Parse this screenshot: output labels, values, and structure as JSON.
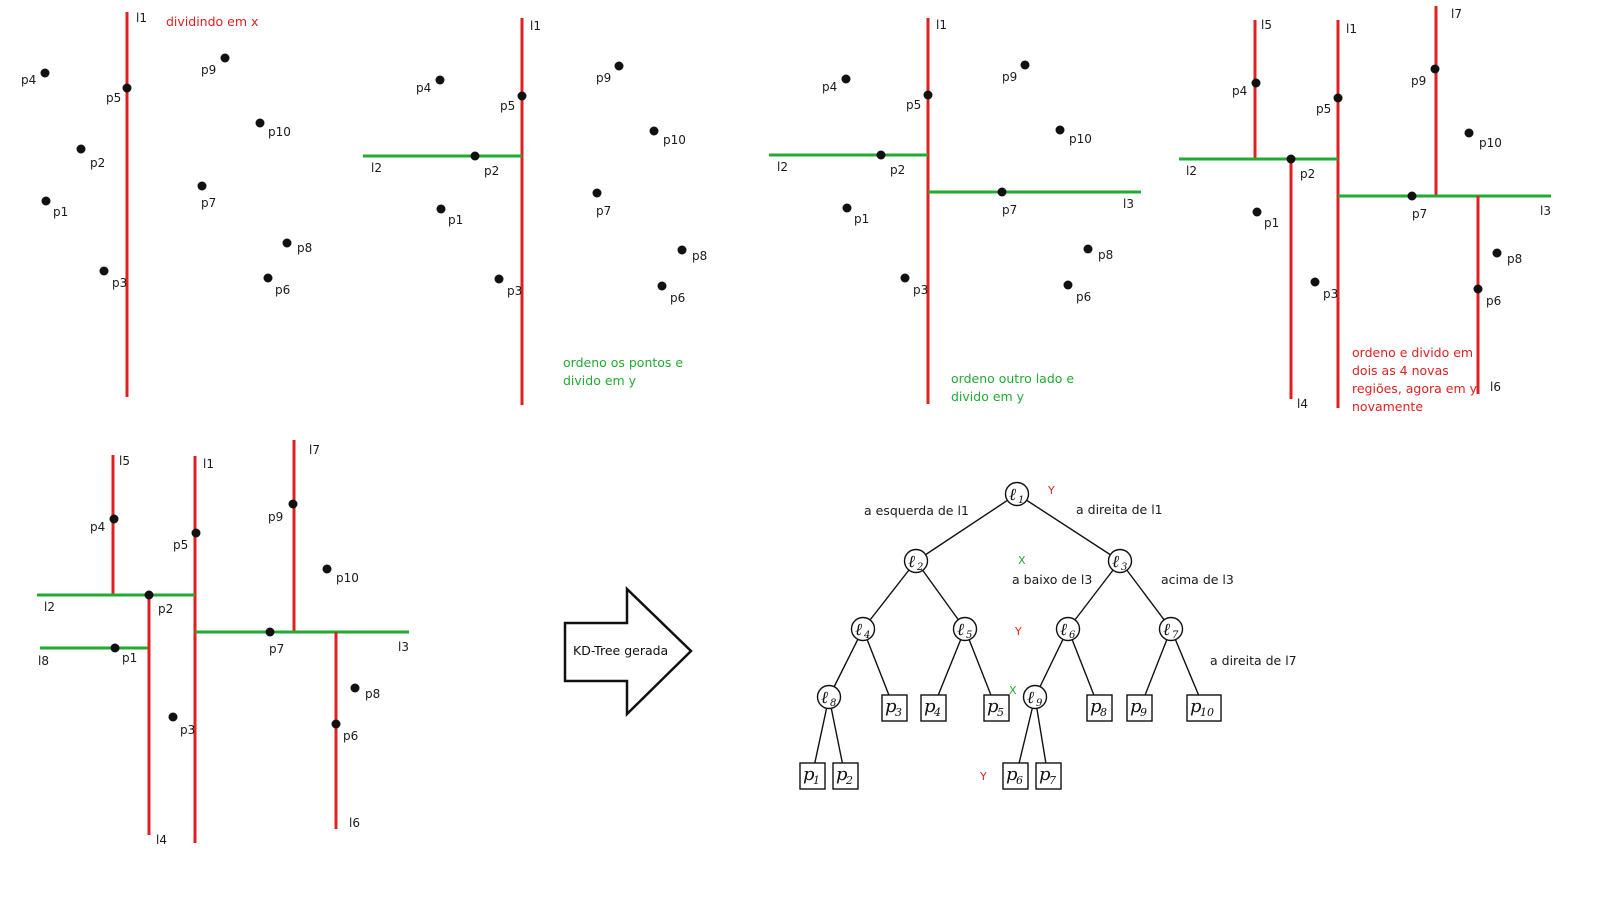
{
  "panel1": {
    "note": "dividindo em x",
    "points": [
      {
        "name": "p4"
      },
      {
        "name": "p5"
      },
      {
        "name": "p9"
      },
      {
        "name": "p10"
      },
      {
        "name": "p2"
      },
      {
        "name": "p7"
      },
      {
        "name": "p1"
      },
      {
        "name": "p8"
      },
      {
        "name": "p3"
      },
      {
        "name": "p6"
      }
    ],
    "lines": [
      {
        "name": "l1",
        "color": "#e02020"
      }
    ]
  },
  "panel2": {
    "note_line1": "ordeno os pontos e",
    "note_line2": "divido em y",
    "points": [
      {
        "name": "p4"
      },
      {
        "name": "p5"
      },
      {
        "name": "p9"
      },
      {
        "name": "p10"
      },
      {
        "name": "p2"
      },
      {
        "name": "p7"
      },
      {
        "name": "p1"
      },
      {
        "name": "p8"
      },
      {
        "name": "p3"
      },
      {
        "name": "p6"
      }
    ],
    "lines": [
      {
        "name": "l1",
        "color": "#e02020"
      },
      {
        "name": "l2",
        "color": "#22aa33"
      }
    ]
  },
  "panel3": {
    "note_line1": "ordeno outro lado e",
    "note_line2": "divido em y",
    "points": [
      {
        "name": "p4"
      },
      {
        "name": "p5"
      },
      {
        "name": "p9"
      },
      {
        "name": "p10"
      },
      {
        "name": "p2"
      },
      {
        "name": "p7"
      },
      {
        "name": "p1"
      },
      {
        "name": "p8"
      },
      {
        "name": "p3"
      },
      {
        "name": "p6"
      }
    ],
    "lines": [
      {
        "name": "l1",
        "color": "#e02020"
      },
      {
        "name": "l2",
        "color": "#22aa33"
      },
      {
        "name": "l3",
        "color": "#22aa33"
      }
    ]
  },
  "panel4": {
    "note_line1": "ordeno e divido em",
    "note_line2": "dois as 4 novas",
    "note_line3": "regiões, agora em y",
    "note_line4": "novamente",
    "points": [
      {
        "name": "p4"
      },
      {
        "name": "p5"
      },
      {
        "name": "p9"
      },
      {
        "name": "p10"
      },
      {
        "name": "p2"
      },
      {
        "name": "p7"
      },
      {
        "name": "p1"
      },
      {
        "name": "p8"
      },
      {
        "name": "p3"
      },
      {
        "name": "p6"
      }
    ],
    "lines": [
      {
        "name": "l5",
        "color": "#e02020"
      },
      {
        "name": "l1",
        "color": "#e02020"
      },
      {
        "name": "l7",
        "color": "#e02020"
      },
      {
        "name": "l2",
        "color": "#22aa33"
      },
      {
        "name": "l3",
        "color": "#22aa33"
      },
      {
        "name": "l4",
        "color": "#e02020"
      },
      {
        "name": "l6",
        "color": "#e02020"
      }
    ]
  },
  "panel5": {
    "points": [
      {
        "name": "p4"
      },
      {
        "name": "p5"
      },
      {
        "name": "p9"
      },
      {
        "name": "p10"
      },
      {
        "name": "p2"
      },
      {
        "name": "p1"
      },
      {
        "name": "p7"
      },
      {
        "name": "p8"
      },
      {
        "name": "p6"
      },
      {
        "name": "p3"
      }
    ],
    "lines": [
      {
        "name": "l5",
        "color": "#e02020"
      },
      {
        "name": "l1",
        "color": "#e02020"
      },
      {
        "name": "l7",
        "color": "#e02020"
      },
      {
        "name": "l2",
        "color": "#22aa33"
      },
      {
        "name": "l8",
        "color": "#22aa33"
      },
      {
        "name": "l3",
        "color": "#22aa33"
      },
      {
        "name": "l4",
        "color": "#e02020"
      },
      {
        "name": "l6",
        "color": "#e02020"
      }
    ]
  },
  "arrow": {
    "label": "KD-Tree gerada"
  },
  "tree": {
    "annotations": {
      "left_of_l1": "a esquerda de l1",
      "right_of_l1": "a direita de l1",
      "below_l3": "a baixo de l3",
      "above_l3": "acima de l3",
      "right_of_l7": "a direita de l7",
      "axis_y_top": "Y",
      "axis_x_level2": "X",
      "axis_y_level3": "Y",
      "axis_x_level4": "X",
      "axis_y_level5": "Y"
    },
    "internal_nodes": [
      {
        "symbol": "ℓ",
        "sub": "1"
      },
      {
        "symbol": "ℓ",
        "sub": "2"
      },
      {
        "symbol": "ℓ",
        "sub": "3"
      },
      {
        "symbol": "ℓ",
        "sub": "4"
      },
      {
        "symbol": "ℓ",
        "sub": "5"
      },
      {
        "symbol": "ℓ",
        "sub": "6"
      },
      {
        "symbol": "ℓ",
        "sub": "7"
      },
      {
        "symbol": "ℓ",
        "sub": "8"
      },
      {
        "symbol": "ℓ",
        "sub": "9"
      }
    ],
    "leaves": [
      {
        "symbol": "p",
        "sub": "3"
      },
      {
        "symbol": "p",
        "sub": "4"
      },
      {
        "symbol": "p",
        "sub": "5"
      },
      {
        "symbol": "p",
        "sub": "8"
      },
      {
        "symbol": "p",
        "sub": "9"
      },
      {
        "symbol": "p",
        "sub": "10"
      },
      {
        "symbol": "p",
        "sub": "1"
      },
      {
        "symbol": "p",
        "sub": "2"
      },
      {
        "symbol": "p",
        "sub": "6"
      },
      {
        "symbol": "p",
        "sub": "7"
      }
    ]
  },
  "colors": {
    "split_x": "#e02020",
    "split_y": "#22aa33",
    "point": "#111111"
  }
}
